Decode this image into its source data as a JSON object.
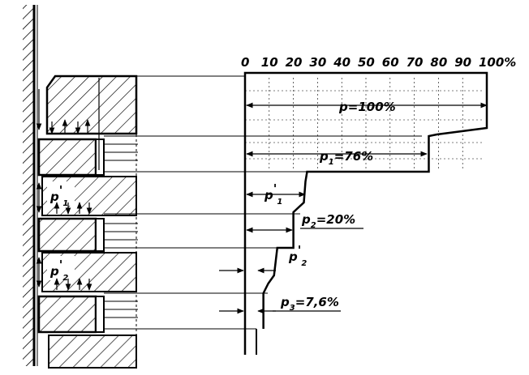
{
  "scale": {
    "ticks": [
      "0",
      "10",
      "20",
      "30",
      "40",
      "50",
      "60",
      "70",
      "80",
      "90",
      "100%"
    ]
  },
  "annotations": {
    "p": {
      "sym": "p",
      "value": "=100%"
    },
    "p1": {
      "sym": "p",
      "sub": "1",
      "value": "=76%"
    },
    "p1_prime": {
      "sym": "p",
      "prime": "'",
      "sub": "1"
    },
    "p2": {
      "sym": "p",
      "sub": "2",
      "value": "=20%"
    },
    "p2_prime": {
      "sym": "p",
      "prime": "'",
      "sub": "2"
    },
    "p3": {
      "sym": "p",
      "sub": "3",
      "value": "=7,6%"
    }
  },
  "labels": {
    "piston_p1_prime": {
      "sym": "p",
      "prime": "'",
      "sub": "1"
    },
    "piston_p2_prime": {
      "sym": "p",
      "prime": "'",
      "sub": "2"
    }
  },
  "pressure_profile": {
    "unit": "%",
    "steps": [
      {
        "name": "p",
        "value": 100
      },
      {
        "name": "p1",
        "value": 76
      },
      {
        "name": "p1_prime",
        "value": 25
      },
      {
        "name": "p2",
        "value": 20
      },
      {
        "name": "p2_prime",
        "value": 12
      },
      {
        "name": "p3",
        "value": 7.6
      }
    ]
  }
}
